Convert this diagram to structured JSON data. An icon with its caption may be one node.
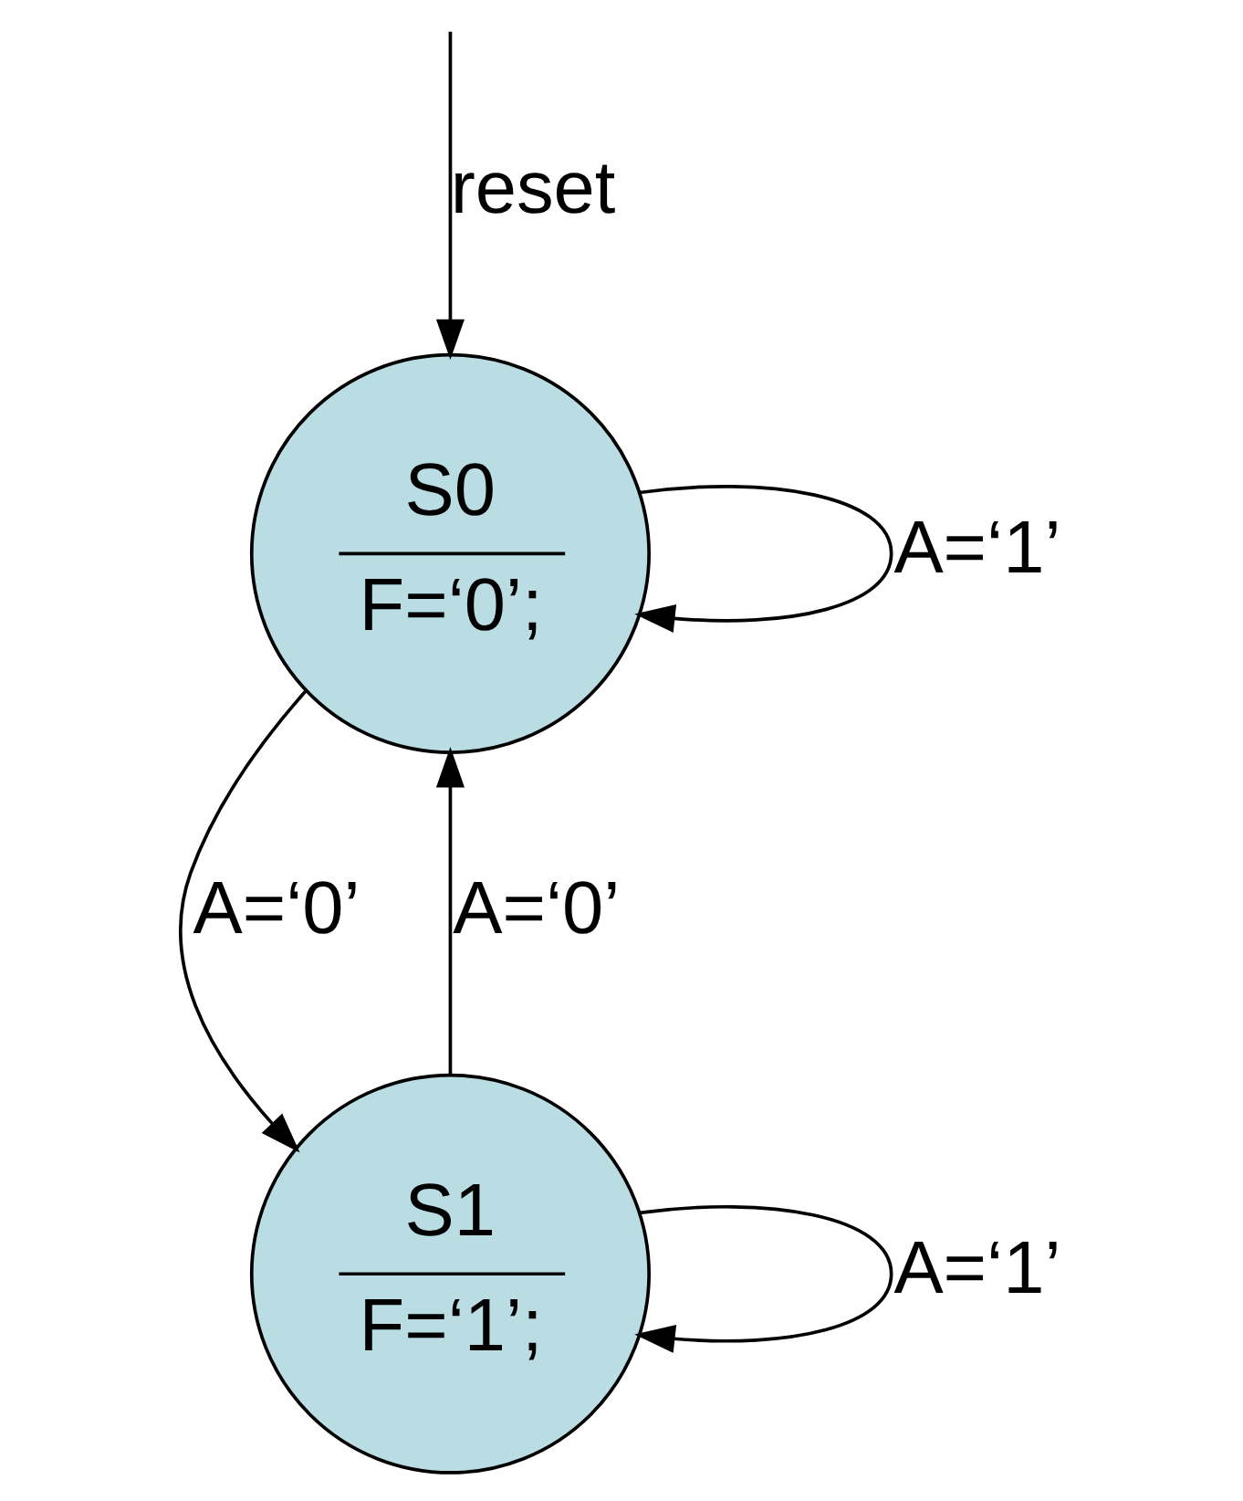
{
  "diagram": {
    "nodes": [
      {
        "text": [
          "S0",
          "F=‘0’;"
        ]
      },
      {
        "text": [
          "S1",
          "F=‘1’;"
        ]
      }
    ],
    "edges": [
      {
        "from": null,
        "to": 0,
        "arrow": "to",
        "label": "reset"
      },
      {
        "from": 0,
        "to": 0,
        "arrow": "to",
        "label": "A=‘1’"
      },
      {
        "from": 0,
        "to": 1,
        "arrow": "to",
        "label": "A=‘0’"
      },
      {
        "from": 1,
        "to": 0,
        "arrow": "to",
        "label": "A=‘0’"
      },
      {
        "from": 1,
        "to": 1,
        "arrow": "to",
        "label": "A=‘1’"
      }
    ]
  }
}
